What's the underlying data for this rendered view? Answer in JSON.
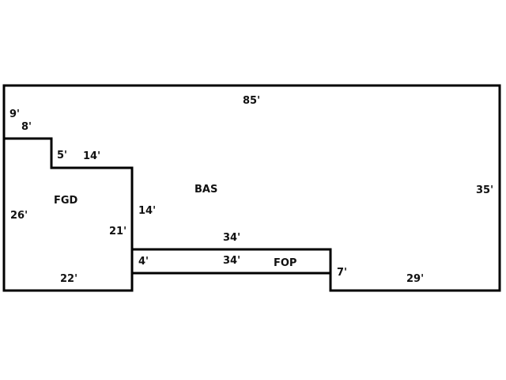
{
  "areas": {
    "bas": "BAS",
    "fgd": "FGD",
    "fop": "FOP"
  },
  "dimensions": {
    "top": "85'",
    "left_upper": "9'",
    "step_top": "8'",
    "step_drop": "5'",
    "step_run": "14'",
    "fgd_left": "26'",
    "fgd_right": "21'",
    "bas_inner": "14'",
    "fgd_bottom": "22'",
    "fop_top": "34'",
    "fop_bottom": "34'",
    "fop_side": "4'",
    "right_drop": "7'",
    "bottom_right": "29'",
    "right_side": "35'"
  },
  "line_color": "#000000"
}
